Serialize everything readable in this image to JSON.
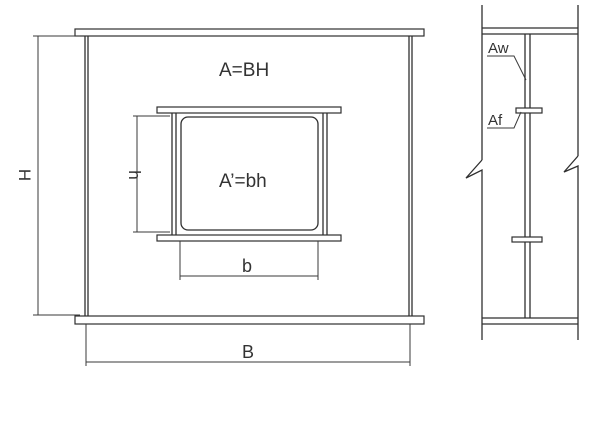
{
  "labels": {
    "area_outer": "A=BH",
    "area_inner": "A’=bh",
    "dim_h": "h",
    "dim_H": "H",
    "dim_b": "b",
    "dim_B": "B",
    "web_area": "Aw",
    "flange_area": "Af"
  },
  "colors": {
    "line": "#2f2f2f",
    "text": "#333333",
    "background": "#ffffff"
  }
}
